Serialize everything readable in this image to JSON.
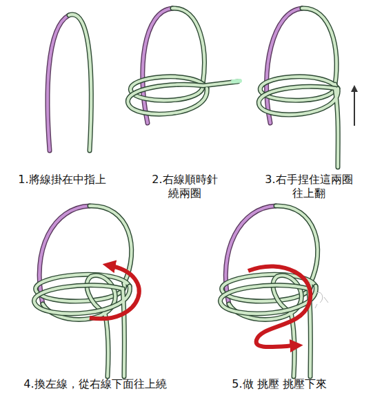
{
  "diagram": {
    "labels": [
      "1.將線掛在中指上",
      "2.右線順時針 繞兩圈",
      "3.右手捏住這兩圈 往上翻",
      "4.換左線，從右線下面往上繞",
      "5.做 挑壓 挑壓下來"
    ]
  }
}
